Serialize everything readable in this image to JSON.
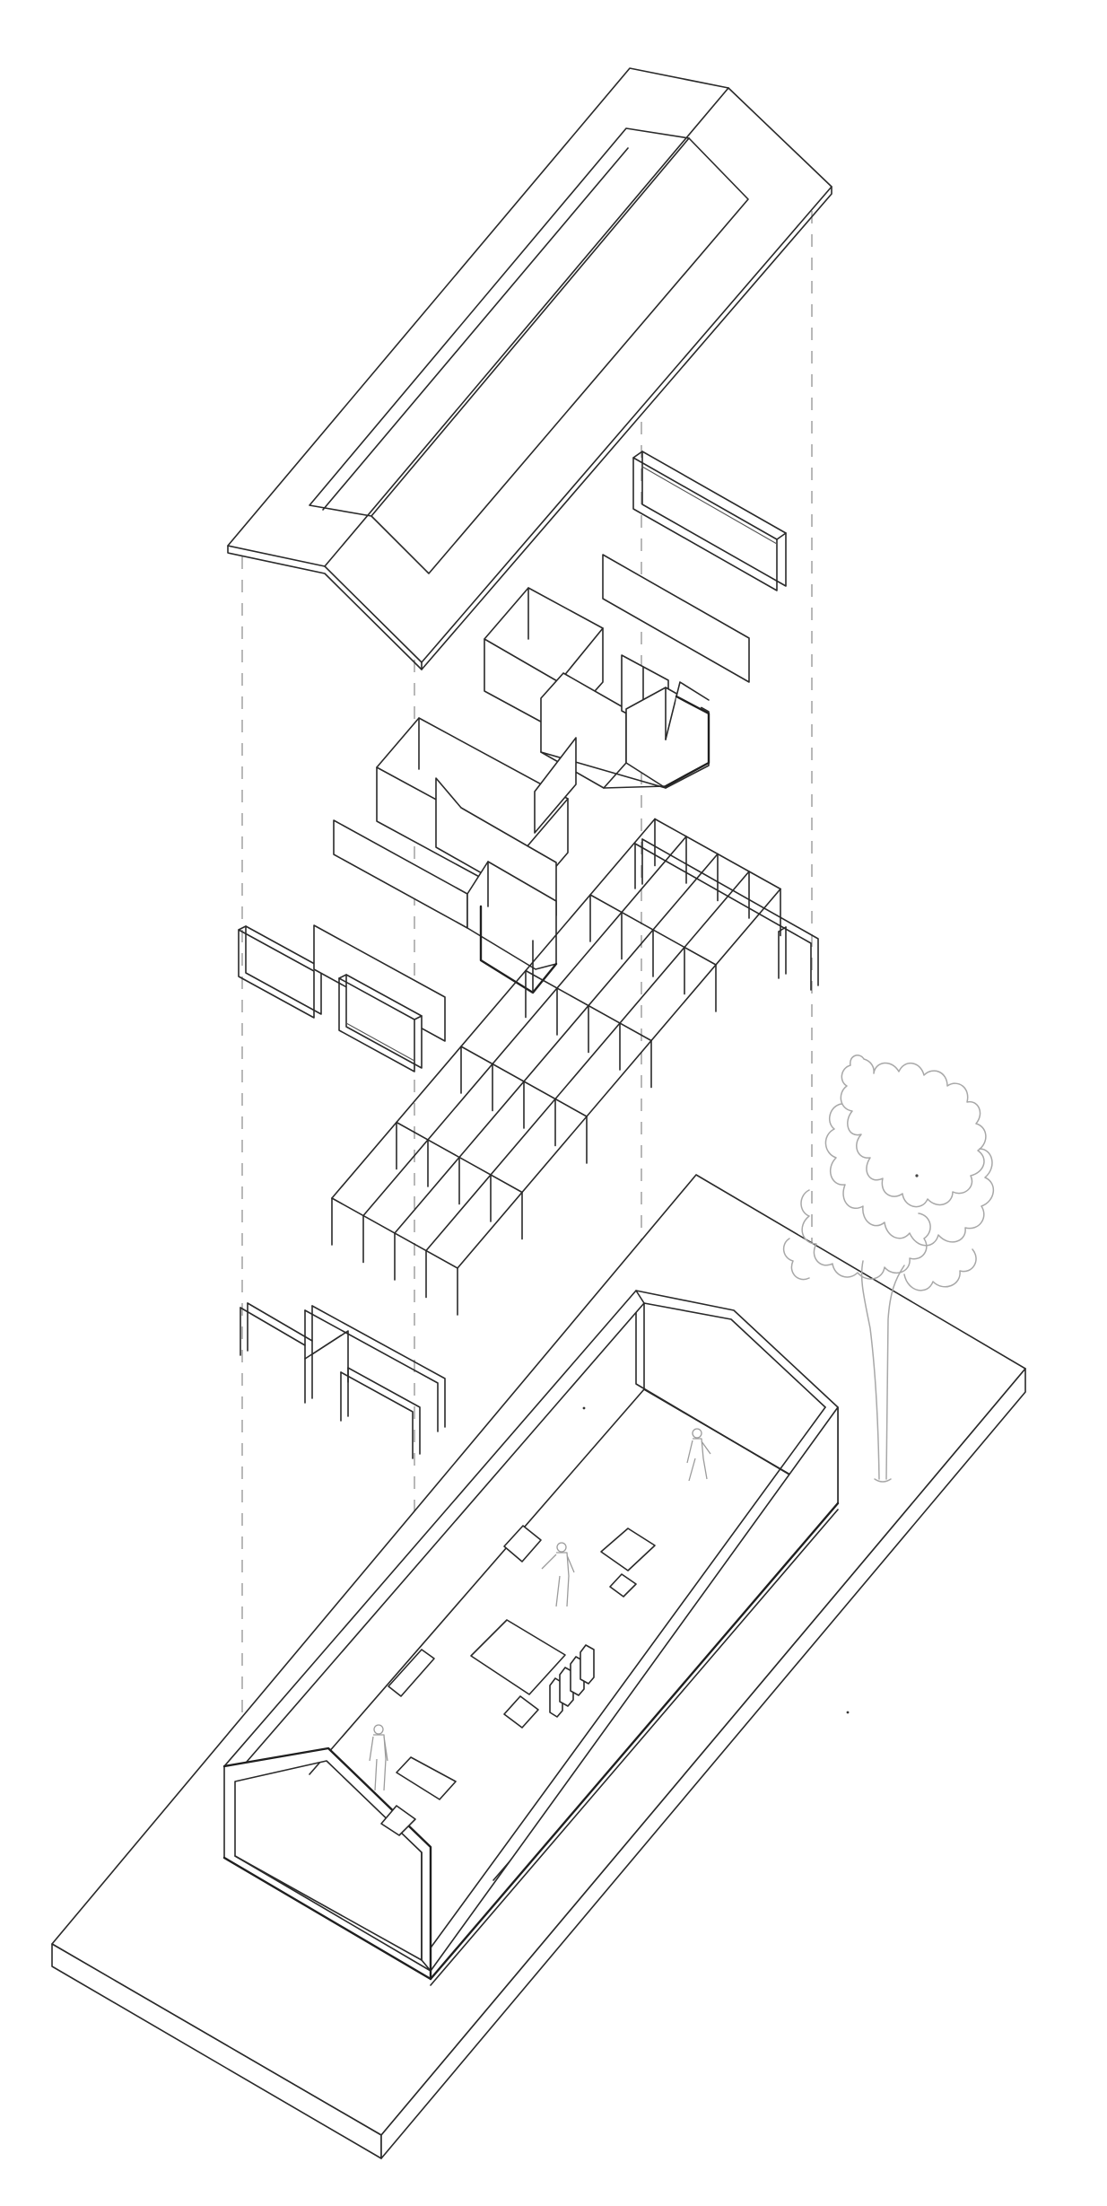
{
  "diagram": {
    "type": "exploded-axonometric-architecture",
    "palette": {
      "line": "#2a2a2a",
      "guide_dashes": "#9a9a9a",
      "tree_and_figures": "#a8a8a8",
      "background": "#ffffff"
    },
    "components": [
      "pitched-roof",
      "interior-wall-modules",
      "end-frames",
      "structural-grid-columns",
      "building-shell",
      "site-plinth",
      "tree",
      "human-figures",
      "furniture-blocks"
    ]
  }
}
